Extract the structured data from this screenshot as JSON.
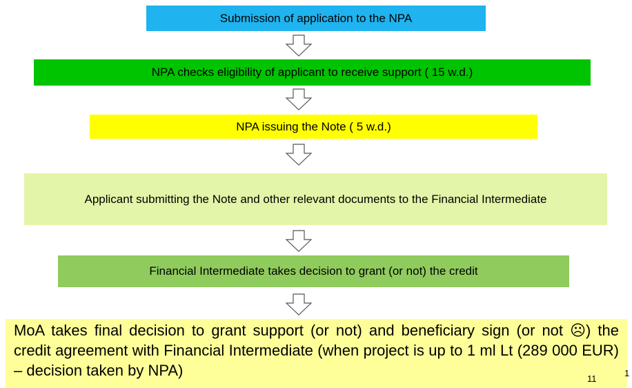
{
  "steps": [
    {
      "text": "Submission of application to the NPA",
      "color": "#1fb3ef"
    },
    {
      "text": "NPA checks eligibility of applicant to receive support ( 15 w.d.)",
      "color": "#00c400"
    },
    {
      "text": "NPA issuing the Note ( 5 w.d.)",
      "color": "#ffff00"
    },
    {
      "text": "Applicant submitting the Note and other relevant documents to the Financial Intermediate",
      "color": "#e3f5a8"
    },
    {
      "text": "Financial Intermediate takes decision to grant (or not) the credit",
      "color": "#8fcb5d"
    },
    {
      "text": "MoA takes final decision to grant support (or not) and beneficiary sign (or not ☹) the credit agreement with Financial Intermediate (when project is up to 1 ml Lt (289 000 EUR) – decision taken by NPA)",
      "color": "#ffff99"
    }
  ],
  "footer": {
    "page_number": "11",
    "page_number_2": "1"
  }
}
